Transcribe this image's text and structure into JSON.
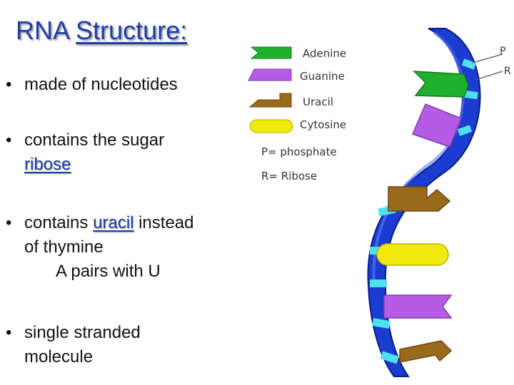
{
  "title": {
    "prefix": "RNA",
    "underlined": "Structure:"
  },
  "bullets": [
    {
      "line1": "made of nucleotides"
    },
    {
      "line1": "contains the sugar",
      "highlight": "ribose"
    },
    {
      "line1_pre": "contains ",
      "highlight": "uracil",
      "line1_post": " instead",
      "line2": "of thymine",
      "line3": "A pairs with U"
    },
    {
      "line1": "single stranded",
      "line2": "molecule"
    }
  ],
  "legend": {
    "adenine": "Adenine",
    "guanine": "Guanine",
    "uracil": "Uracil",
    "cytosine": "Cytosine",
    "phosphate": "P= phosphate",
    "ribose": "R= Ribose"
  },
  "strand_labels": {
    "p": "P",
    "r": "R"
  },
  "colors": {
    "title": "#1c3ea8",
    "adenine": "#1fb02e",
    "guanine": "#b55ce6",
    "uracil": "#9a6a1c",
    "cytosine": "#f0ea0c",
    "backbone": "#1a3cd0",
    "phosphate": "#4fe0f0"
  }
}
